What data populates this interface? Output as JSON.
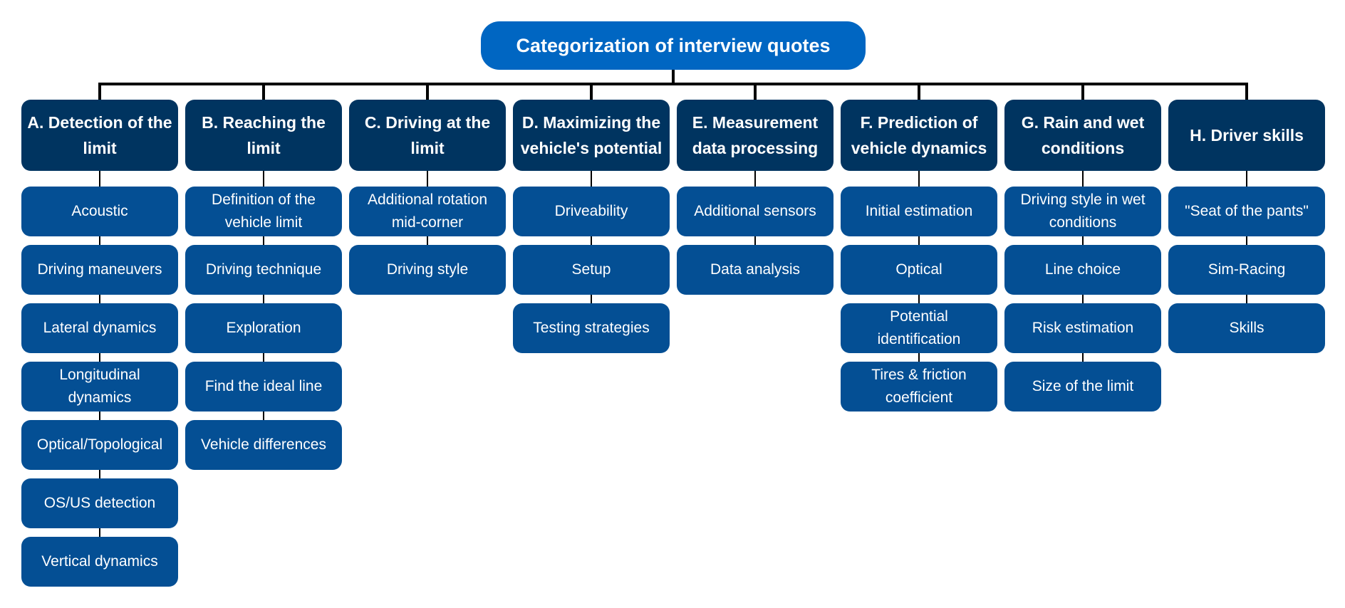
{
  "title": "Categorization of interview quotes",
  "colors": {
    "root": "#0066c2",
    "category": "#003460",
    "item": "#044f94",
    "connector": "#000000",
    "text": "#ffffff"
  },
  "categories": [
    {
      "label": "A. Detection of the limit",
      "items": [
        "Acoustic",
        "Driving maneuvers",
        "Lateral dynamics",
        "Longitudinal dynamics",
        "Optical/Topological",
        "OS/US detection",
        "Vertical dynamics"
      ]
    },
    {
      "label": "B. Reaching the limit",
      "items": [
        "Definition of the vehicle limit",
        "Driving technique",
        "Exploration",
        "Find the ideal line",
        "Vehicle differences"
      ]
    },
    {
      "label": "C. Driving at the limit",
      "items": [
        "Additional rotation mid-corner",
        "Driving style"
      ]
    },
    {
      "label": "D. Maximizing the vehicle's potential",
      "items": [
        "Driveability",
        "Setup",
        "Testing strategies"
      ]
    },
    {
      "label": "E. Measurement data processing",
      "items": [
        "Additional sensors",
        "Data analysis"
      ]
    },
    {
      "label": "F. Prediction of vehicle dynamics",
      "items": [
        "Initial estimation",
        "Optical",
        "Potential identification",
        "Tires & friction coefficient"
      ]
    },
    {
      "label": "G. Rain and wet conditions",
      "items": [
        "Driving style in wet conditions",
        "Line choice",
        "Risk estimation",
        "Size of the limit"
      ]
    },
    {
      "label": "H. Driver skills",
      "items": [
        "\"Seat of the pants\"",
        "Sim-Racing",
        "Skills"
      ]
    }
  ]
}
